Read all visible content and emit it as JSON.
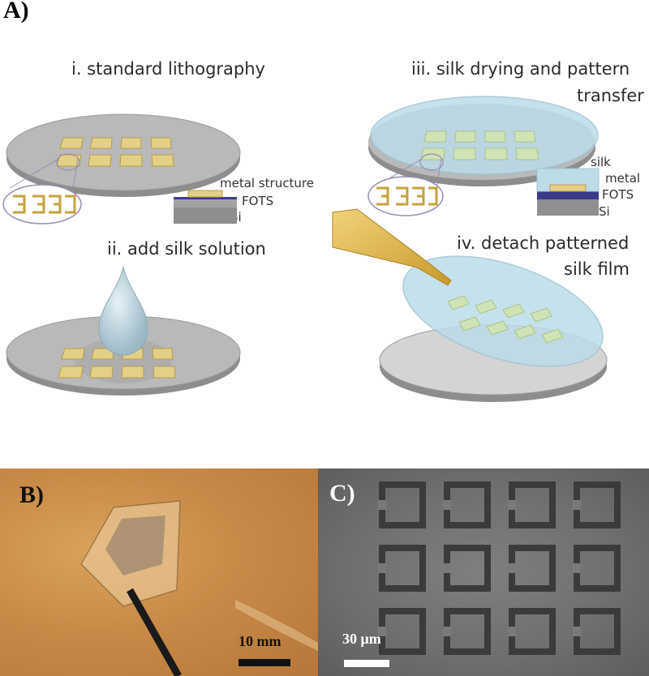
{
  "panel_a": {
    "letter": "A)",
    "step1": "i. standard lithography",
    "step2": "ii. add silk solution",
    "step3_line1": "iii. silk drying and pattern",
    "step3_line2": "transfer",
    "step4_line1": "iv. detach patterned",
    "step4_line2": "silk film",
    "layers_left": {
      "metal": "metal structure",
      "fots": "FOTS",
      "si": "Si"
    },
    "layers_right": {
      "silk": "silk",
      "metal": "metal",
      "fots": "FOTS",
      "si": "Si"
    }
  },
  "panel_b": {
    "letter": "B)",
    "scale_label": "10 mm"
  },
  "panel_c": {
    "letter": "C)",
    "scale_label": "30 μm"
  },
  "colors": {
    "wafer": "#b9b9b9",
    "wafer_edge": "#8d8d8d",
    "gold": "#e3cf86",
    "silk": "#bcdce8",
    "fots": "#3a3a8a",
    "tweezer": "#e0b845",
    "photo_b": "#c98a48",
    "photo_c": "#6e6e6e"
  }
}
